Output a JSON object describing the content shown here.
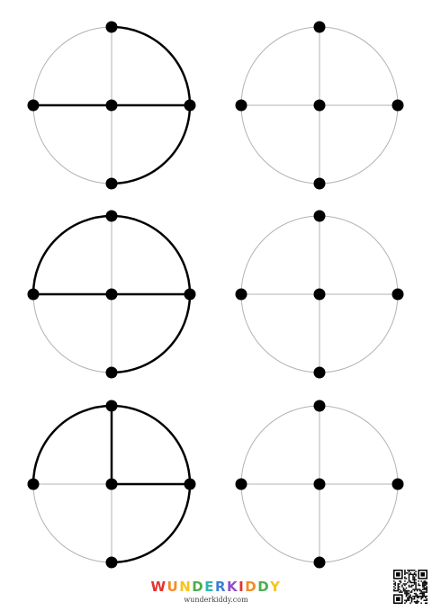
{
  "worksheet": {
    "rows": [
      {
        "left": {
          "arcs": [
            [
              270,
              90
            ]
          ],
          "radii": [
            180,
            0
          ]
        },
        "right": {
          "arcs": [],
          "radii": []
        }
      },
      {
        "left": {
          "arcs": [
            [
              270,
              180
            ]
          ],
          "radii": [
            180,
            0
          ]
        },
        "right": {
          "arcs": [],
          "radii": []
        }
      },
      {
        "left": {
          "arcs": [
            [
              270,
              180
            ]
          ],
          "radii": [
            90,
            0
          ]
        },
        "right": {
          "arcs": [],
          "radii": []
        }
      }
    ],
    "colors": {
      "guide": "#b3b3b3",
      "ink": "#000000"
    }
  },
  "footer": {
    "logo_letters": [
      {
        "char": "W",
        "color": "#e6322b"
      },
      {
        "char": "U",
        "color": "#f28c28"
      },
      {
        "char": "N",
        "color": "#f5c518"
      },
      {
        "char": "D",
        "color": "#4cae4f"
      },
      {
        "char": "E",
        "color": "#2fb5b0"
      },
      {
        "char": "R",
        "color": "#3a7fd5"
      },
      {
        "char": "K",
        "color": "#8e4fc9"
      },
      {
        "char": "I",
        "color": "#e6322b"
      },
      {
        "char": "D",
        "color": "#f28c28"
      },
      {
        "char": "D",
        "color": "#4cae4f"
      },
      {
        "char": "Y",
        "color": "#f5c518"
      }
    ],
    "url": "wunderkiddy.com",
    "qr_icon": "qr-code-icon"
  }
}
